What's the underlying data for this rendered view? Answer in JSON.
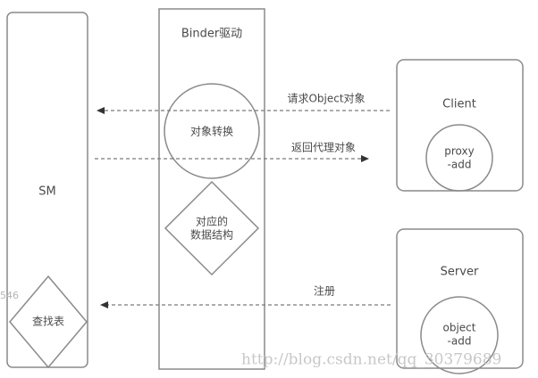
{
  "diagram": {
    "nodes": {
      "sm": {
        "label": "SM",
        "lookup_table": "查找表"
      },
      "binder": {
        "label": "Binder驱动",
        "object_convert": "对象转换",
        "data_structure_line1": "对应的",
        "data_structure_line2": "数据结构"
      },
      "client": {
        "label": "Client",
        "proxy_line1": "proxy",
        "proxy_line2": "-add"
      },
      "server": {
        "label": "Server",
        "object_line1": "object",
        "object_line2": "-add"
      }
    },
    "edges": [
      {
        "label": "请求Object对象",
        "from": "Client",
        "to": "SM",
        "style": "dashed"
      },
      {
        "label": "返回代理对象",
        "from": "SM",
        "to": "Client",
        "style": "dashed"
      },
      {
        "label": "注册",
        "from": "Server",
        "to": "SM",
        "style": "dashed"
      }
    ]
  },
  "watermark": "http://blog.csdn.net/qq_30379689",
  "edge_fragment": "546"
}
